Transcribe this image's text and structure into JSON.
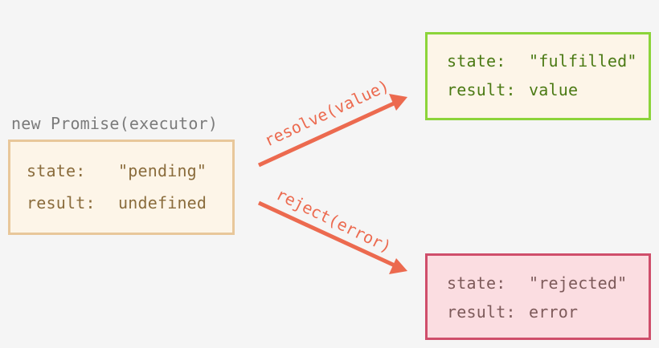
{
  "caption": "new Promise(executor)",
  "pending": {
    "state_key": "state:",
    "state_value": "\"pending\"",
    "result_key": "result:",
    "result_value": "undefined"
  },
  "fulfilled": {
    "state_key": "state:",
    "state_value": "\"fulfilled\"",
    "result_key": "result:",
    "result_value": "value"
  },
  "rejected": {
    "state_key": "state:",
    "state_value": "\"rejected\"",
    "result_key": "result:",
    "result_value": "error"
  },
  "arrows": {
    "resolve_label": "resolve(value)",
    "reject_label": "reject(error)"
  },
  "colors": {
    "background": "#f5f5f5",
    "arrow": "#ec6a4f",
    "pending_border": "#e8c79a",
    "fulfilled_border": "#8cd43a",
    "rejected_border": "#cf4e6b",
    "rejected_fill": "#fbdde1",
    "box_fill": "#fdf5e8"
  }
}
